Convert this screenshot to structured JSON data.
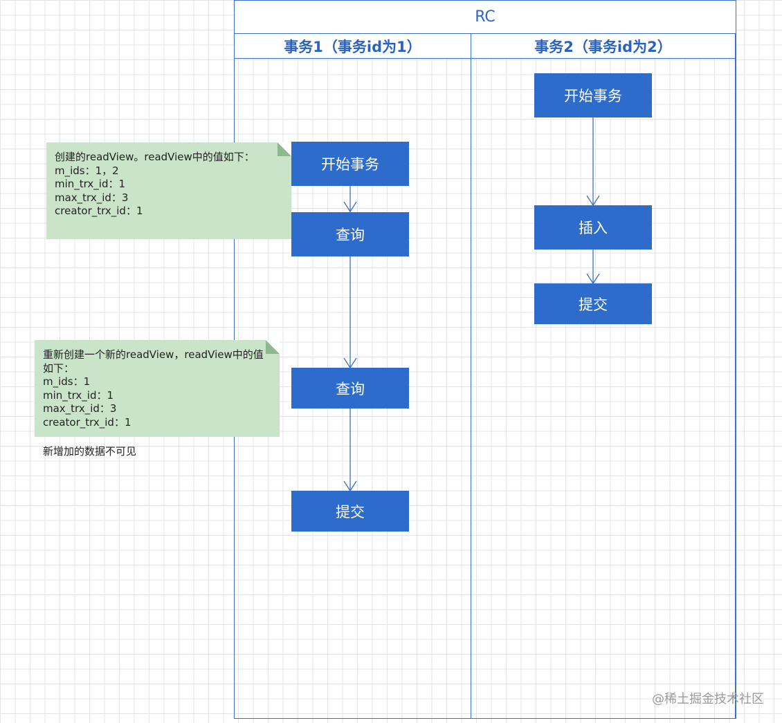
{
  "pool": {
    "title": "RC",
    "lanes": [
      {
        "header": "事务1（事务id为1）"
      },
      {
        "header": "事务2（事务id为2）"
      }
    ]
  },
  "transaction1": {
    "steps": [
      "开始事务",
      "查询",
      "查询",
      "提交"
    ]
  },
  "transaction2": {
    "steps": [
      "开始事务",
      "插入",
      "提交"
    ]
  },
  "notes": [
    {
      "lines": [
        "创建的readView。readView中的值如下：",
        "m_ids：1，2",
        "min_trx_id：1",
        "max_trx_id：3",
        "creator_trx_id：1"
      ]
    },
    {
      "lines": [
        "重新创建一个新的readView，readView中的值",
        "如下：",
        "m_ids：1",
        "min_trx_id：1",
        "max_trx_id：3",
        "creator_trx_id：1"
      ]
    }
  ],
  "caption": "新增加的数据不可见",
  "watermark": "@稀土掘金技术社区",
  "colors": {
    "box": "#2d6ccb",
    "note": "#c9e4c8",
    "border": "#3a6fc4"
  }
}
